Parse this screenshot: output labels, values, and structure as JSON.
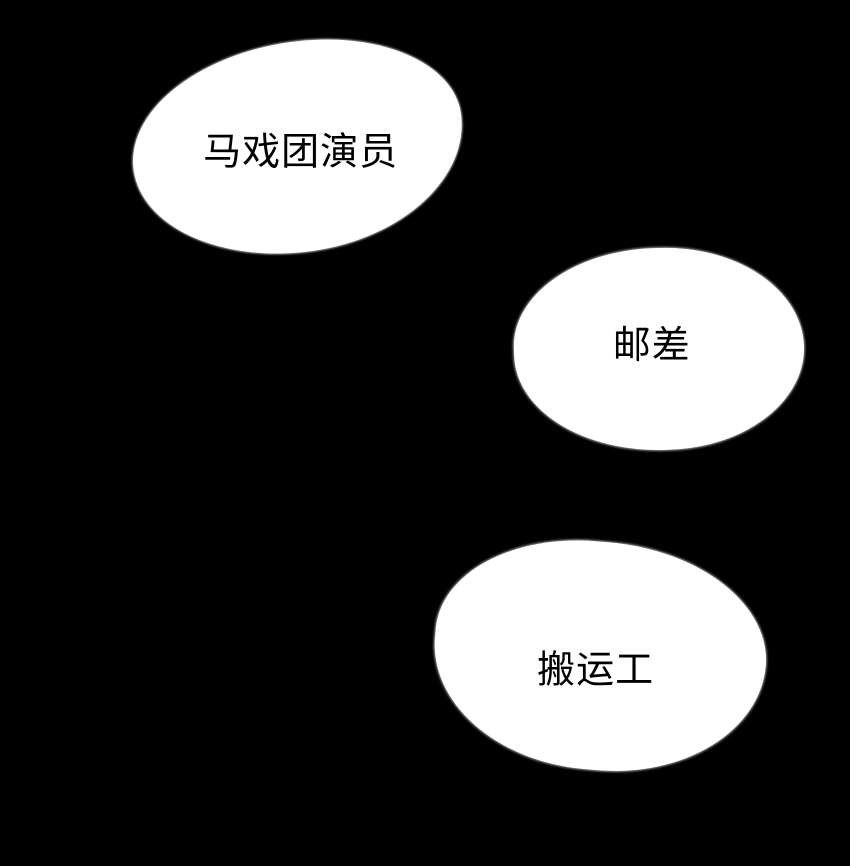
{
  "panel": {
    "background_color": "#000000",
    "bubble_color": "#ffffff",
    "text_color": "#000000",
    "bubbles": [
      {
        "text": "马戏团演员"
      },
      {
        "text": "邮差"
      },
      {
        "text": "搬运工"
      }
    ]
  }
}
